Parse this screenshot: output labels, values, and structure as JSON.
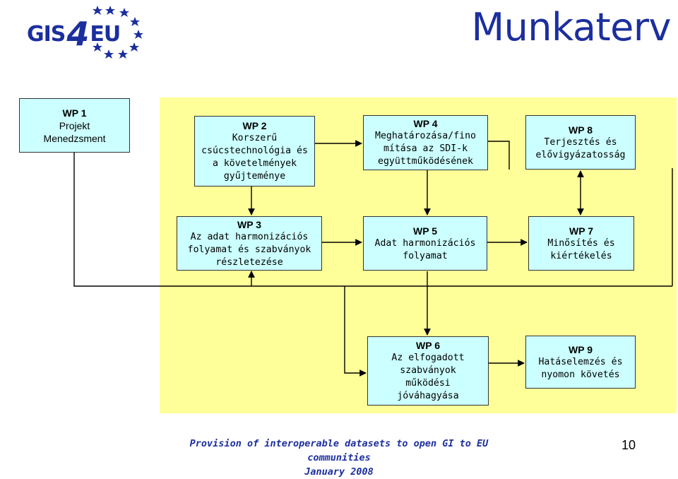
{
  "logo": {
    "text_left": "GIS",
    "text_mid": "4",
    "text_right": "EU",
    "stars_color": "#1c2f9e",
    "four_color": "#1c2f9e"
  },
  "title": "Munkaterv",
  "boxes": {
    "wp1": {
      "head": "WP 1",
      "lines": [
        "Projekt",
        "Menedzsment"
      ]
    },
    "wp2": {
      "head": "WP 2",
      "lines": [
        "Korszerű",
        "csúcstechnológia és",
        "a követelmények",
        "gyűjteménye"
      ]
    },
    "wp4": {
      "head": "WP 4",
      "lines": [
        "Meghatározása/fino",
        "mítása az SDI-k",
        "együttműködésének"
      ]
    },
    "wp8": {
      "head": "WP 8",
      "lines": [
        "Terjesztés és",
        "elővigyázatosság"
      ]
    },
    "wp3": {
      "head": "WP 3",
      "lines": [
        "Az adat harmonizációs",
        "folyamat és szabványok",
        "részletezése"
      ]
    },
    "wp5": {
      "head": "WP 5",
      "lines": [
        "Adat harmonizációs",
        "folyamat"
      ]
    },
    "wp7": {
      "head": "WP 7",
      "lines": [
        "Minősítés és",
        "kiértékelés"
      ]
    },
    "wp6": {
      "head": "WP 6",
      "lines": [
        "Az elfogadott",
        "szabványok",
        "működési",
        "jóváhagyása"
      ]
    },
    "wp9": {
      "head": "WP 9",
      "lines": [
        "Hatáselemzés és",
        "nyomon követés"
      ]
    }
  },
  "footer": {
    "line1": "Provision of interoperable datasets to open GI to EU communities",
    "line2": "January 2008"
  },
  "page_number": "10",
  "colors": {
    "panel": "#ffff99",
    "box": "#ccffff",
    "title": "#1c2f9e",
    "footer": "#1c2f9e"
  }
}
